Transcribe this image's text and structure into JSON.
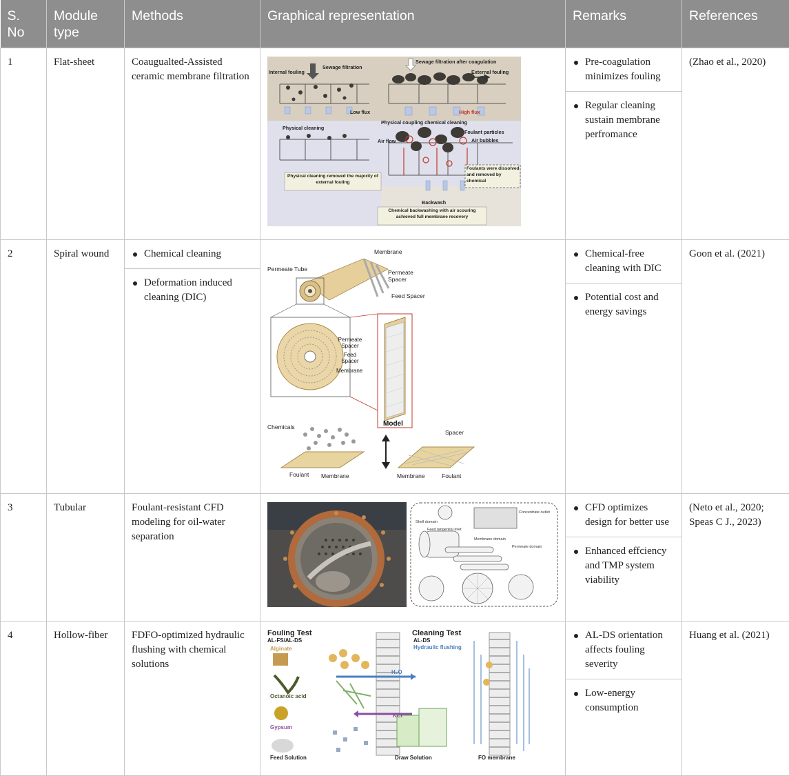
{
  "header": {
    "sno": "S. No",
    "module_type": "Module type",
    "methods": "Methods",
    "graphical": "Graphical representation",
    "remarks": "Remarks",
    "references": "References"
  },
  "rows": [
    {
      "sno": "1",
      "module": "Flat-sheet",
      "methods": [
        "Coaugualted-Assisted ceramic membrane filtration"
      ],
      "remarks": [
        "Pre-coagulation minimizes fouling",
        "Regular cleaning sustain membrane perfromance"
      ],
      "reference": "(Zhao et al., 2020)",
      "figure": {
        "sewage_filtration": "Sewage filtration",
        "sewage_after": "Sewage filtration after coagulation",
        "internal_fouling": "Internal fouling",
        "external_fouling": "External fouling",
        "low_flux": "Low flux",
        "high_flux": "High flux",
        "physical_coupling": "Physical coupling chemical cleaning",
        "physical_cleaning": "Physical cleaning",
        "foulant_particles": "Foulant particles",
        "air_flow": "Air flow",
        "air_bubbles": "Air bubbles",
        "physical_removed": "Physical cleaning removed the majority of external fouling",
        "foulants_dissolved": "Foulants were dissolved and removed by chemical",
        "backwash": "Backwash",
        "chemical_backwash": "Chemical backwashing with air scouring achieved full membrane recovery"
      }
    },
    {
      "sno": "2",
      "module": "Spiral wound",
      "methods": [
        "Chemical cleaning",
        "Deformation induced cleaning (DIC)"
      ],
      "remarks": [
        "Chemical-free cleaning with DIC",
        "Potential cost and energy savings"
      ],
      "reference": "Goon et al. (2021)",
      "figure": {
        "membrane": "Membrane",
        "permeate_tube": "Permeate Tube",
        "permeate_spacer": "Permeate Spacer",
        "feed_spacer": "Feed Spacer",
        "feed_spacer_short": "Feed Spacer",
        "permeate_spacer_inner": "Permeate Spacer",
        "membrane_inner": "Membrane",
        "model": "Model",
        "chemicals": "Chemicals",
        "foulant": "Foulant",
        "membrane_bottom": "Membrane",
        "spacer": "Spacer",
        "membrane_bottom2": "Membrane",
        "foulant2": "Foulant"
      }
    },
    {
      "sno": "3",
      "module": "Tubular",
      "methods": [
        "Foulant-resistant CFD modeling for oil-water separation"
      ],
      "remarks": [
        "CFD optimizes design for better use",
        "Enhanced effciency and TMP system viability"
      ],
      "reference": "(Neto et al., 2020; Speas C J., 2023)",
      "figure": {
        "shell_domain": "Shell domain",
        "feed_inlet": "Feed tangential inlet",
        "concentrate_outlet": "Concentrate outlet",
        "membrane_domain": "Membrane domain",
        "permeate_domain": "Permeate domain"
      }
    },
    {
      "sno": "4",
      "module": "Hollow-fiber",
      "methods": [
        "FDFO-optimized hydraulic flushing with chemical solutions"
      ],
      "remarks": [
        "AL-DS orientation affects fouling severity",
        "Low-energy consumption"
      ],
      "reference": "Huang et al. (2021)",
      "figure": {
        "fouling_test": "Fouling Test",
        "al_fs": "AL-FS/AL-DS",
        "alginate": "Alginate",
        "octanoic": "Octanoic acid",
        "gypsum": "Gypsum",
        "feed_solution": "Feed Solution",
        "h2o": "H₂O",
        "kcl": "KCl",
        "cleaning_test": "Cleaning Test",
        "al_ds": "AL-DS",
        "hydraulic": "Hydraulic flushing",
        "draw_solution": "Draw Solution",
        "fo_membrane": "FO membrane"
      }
    }
  ]
}
